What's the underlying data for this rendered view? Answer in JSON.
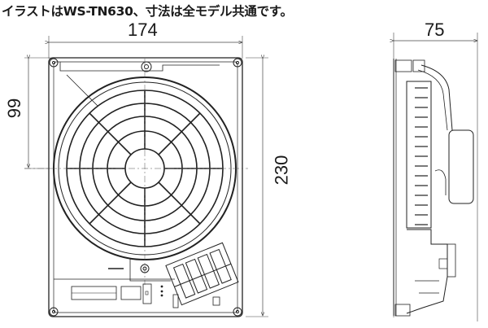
{
  "caption": "イラストはWS-TN630、寸法は全モデル共通です。",
  "dimensions": {
    "width": "174",
    "top_offset": "99",
    "height": "230",
    "depth": "75"
  },
  "views": {
    "front": "front-view",
    "side": "side-view"
  }
}
